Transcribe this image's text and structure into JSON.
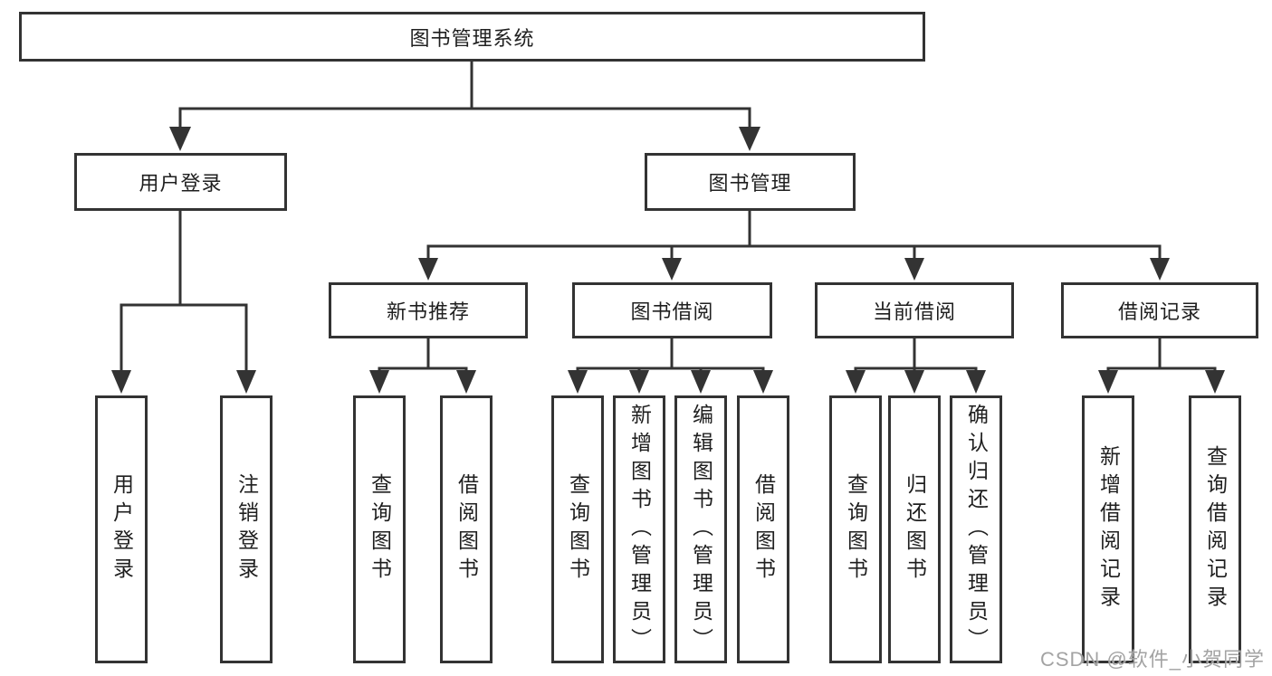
{
  "nodes": {
    "root": "图书管理系统",
    "user_login": "用户登录",
    "book_management": "图书管理",
    "new_book_recommend": "新书推荐",
    "book_borrowing": "图书借阅",
    "current_borrowing": "当前借阅",
    "borrowing_records": "借阅记录"
  },
  "leaves": {
    "user_login": "用户登录",
    "logout": "注销登录",
    "nb_query_books": "查询图书",
    "nb_borrow_book": "借阅图书",
    "bb_query_books": "查询图书",
    "bb_add_book": "新增图书（管理员）",
    "bb_edit_book": "编辑图书（管理员）",
    "bb_borrow_book": "借阅图书",
    "cb_query_books": "查询图书",
    "cb_return_book": "归还图书",
    "cb_confirm_return": "确认归还（管理员）",
    "br_add_record": "新增借阅记录",
    "br_query_record": "查询借阅记录"
  },
  "watermark": "CSDN @软件_小贺同学",
  "colors": {
    "line": "#333333",
    "text": "#1f1f1f",
    "box_background": "#ffffff",
    "watermark": "#9e9e9e",
    "page_background": "#ffffff"
  }
}
